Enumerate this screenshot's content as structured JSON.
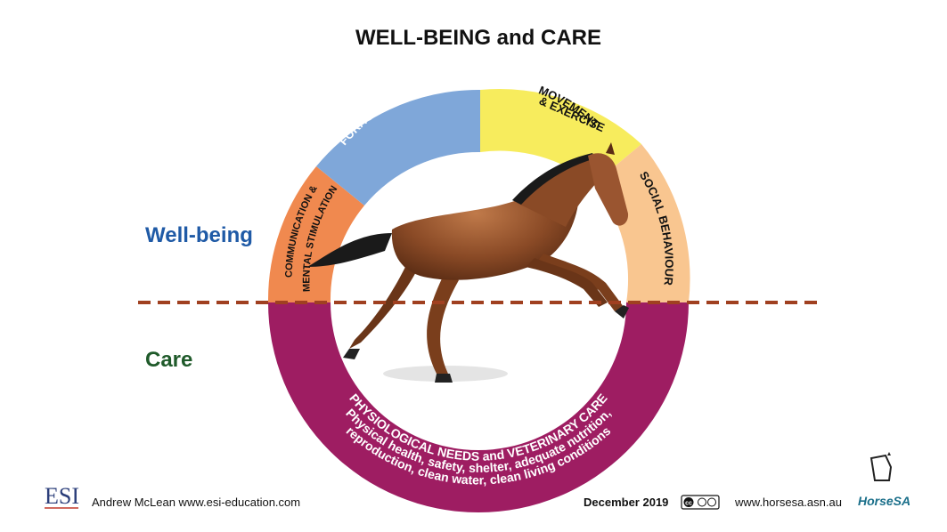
{
  "title": "WELL-BEING and CARE",
  "sections": {
    "wellbeing_label": "Well-being",
    "care_label": "Care"
  },
  "segments": {
    "communication": {
      "line1": "COMMUNICATION &",
      "line2": "MENTAL STIMULATION",
      "color": "#f0894f"
    },
    "foraging": {
      "line1": "FORAGING BEHAVIOUR",
      "color": "#7fa7d9"
    },
    "movement": {
      "line1": "MOVEMENT",
      "line2": "& EXERCISE",
      "color": "#f7ec5d"
    },
    "social": {
      "line1": "SOCIAL BEHAVIOUR",
      "color": "#f9c690"
    },
    "care": {
      "line1": "PHYSIOLOGICAL NEEDS and VETERINARY CARE",
      "line2": "Physical health, safety, shelter, adequate nutrition,",
      "line3": "reproduction, clean water, clean living conditions",
      "color": "#9e1d62"
    }
  },
  "colors": {
    "wellbeing_text": "#1f5aa6",
    "care_text": "#1f5a2a",
    "divider": "#a04020"
  },
  "footer": {
    "esi_logo": "ESI",
    "author": "Andrew McLean  www.esi-education.com",
    "date": "December 2019",
    "cc_badge": "cc",
    "website": "www.horsesa.asn.au",
    "horsesa_logo": "HorseSA"
  },
  "icons": {
    "horse": "horse-illustration",
    "cc": "creative-commons-icon"
  }
}
